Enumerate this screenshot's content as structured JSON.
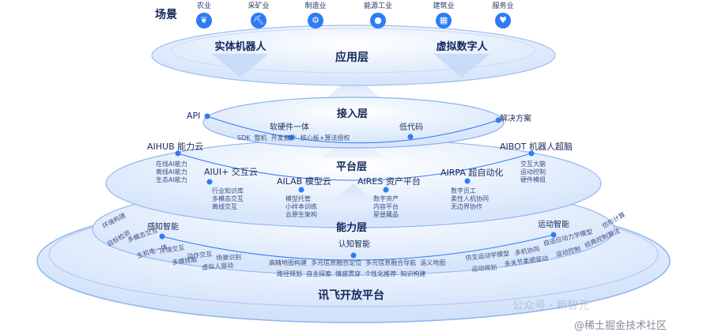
{
  "scenes": {
    "label": "场景",
    "items": [
      {
        "icon": "leaf-icon",
        "glyph": "❦",
        "label": "农业"
      },
      {
        "icon": "mine-icon",
        "glyph": "⛏",
        "label": "采矿业"
      },
      {
        "icon": "factory-icon",
        "glyph": "⚙",
        "label": "制造业"
      },
      {
        "icon": "droplet-icon",
        "glyph": "●",
        "label": "能源工业"
      },
      {
        "icon": "building-icon",
        "glyph": "▦",
        "label": "建筑业"
      },
      {
        "icon": "service-icon",
        "glyph": "♥",
        "label": "服务业"
      }
    ]
  },
  "application_layer": {
    "title": "应用层",
    "left": "实体机器人",
    "right": "虚拟数字人"
  },
  "access_layer": {
    "title": "接入层",
    "api": "API",
    "solutions": "解决方案",
    "hardware": "软硬件一体",
    "hardware_sub": "SDK  整机  开发套件  核心板+算法授权",
    "lowcode": "低代码"
  },
  "platform_layer": {
    "title": "平台层",
    "aihub": "AIHUB 能力云",
    "aihub_sub": "在线AI能力\n离线AI能力\n生态AI能力",
    "aiui": "AIUI+ 交互云",
    "aiui_sub": "行业知识库\n多模态交互\n离线交互",
    "ailab": "AILAB 模型云",
    "ailab_sub": "模型托管\n小样本训练\n云原生架构",
    "aires": "AIRES 资产平台",
    "aires_sub": "数字资产\n内容平台\n星昼藏品",
    "airpa": "AIRPA 超自动化",
    "airpa_sub": "数字员工\n柔性人机协同\n无边界协作",
    "aibot": "AIBOT 机器人超脑",
    "aibot_sub": "交互大脑\n运动控制\n硬件模组"
  },
  "capability_layer": {
    "title": "能力层",
    "perception": "感知智能",
    "perception_items": [
      "环境构建",
      "多模态交互",
      "环境交互",
      "动作交互",
      "场景识别",
      "目标检测",
      "生机电一体",
      "多模技能",
      "虚拟人驱动"
    ],
    "cognition": "认知智能",
    "cognition_row1": "高精地图构建  多元信息融合定位  多元信息融合导航  语义地图",
    "cognition_row2": "路径规划  自主探索  情感贯穿  个性化推荐  知识构建",
    "motion": "运动智能",
    "motion_items": [
      "仿生运动学模型",
      "多机协同",
      "自适应动力学模型",
      "仿形计算",
      "运动规划",
      "多关节柔顺驱动",
      "运动控制",
      "经典控制算法"
    ]
  },
  "base": {
    "title": "讯飞开放平台"
  },
  "watermark": {
    "wechat": "公众号 · 新智元",
    "site": "@稀土掘金技术社区"
  }
}
